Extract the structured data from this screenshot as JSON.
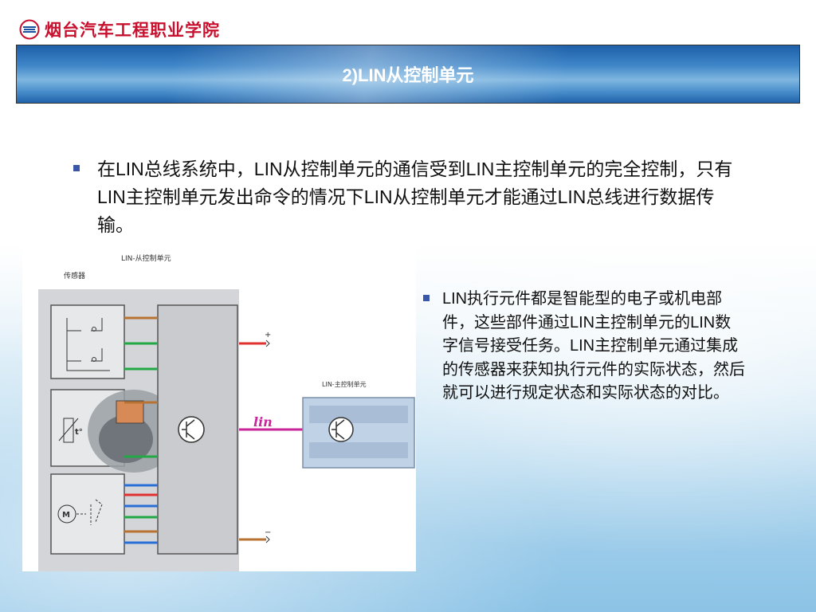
{
  "logo": {
    "name": "烟台汽车工程职业学院"
  },
  "title": "2)LIN从控制单元",
  "paragraph1": "在LIN总线系统中，LIN从控制单元的通信受到LIN主控制单元的完全控制，只有LIN主控制单元发出命令的情况下LIN从控制单元才能通过LIN总线进行数据传输。",
  "paragraph2": "LIN执行元件都是智能型的电子或机电部件，这些部件通过LIN主控制单元的LIN数字信号接受任务。LIN主控制单元通过集成的传感器来获知执行元件的实际状态，然后就可以进行规定状态和实际状态的对比。",
  "diagram": {
    "slave_label": "LIN-从控制单元",
    "sensor_label": "传感器",
    "master_label": "LIN-主控制单元",
    "lin_text": "lin",
    "plus": "+",
    "minus": "−",
    "temp_label": "t°",
    "motor_label": "M"
  },
  "colors": {
    "bullet": "#3a56a8",
    "title_text": "#ffffff",
    "wire_brown": "#b87333",
    "wire_green": "#22a844",
    "wire_blue": "#2a6fd6",
    "wire_red": "#e03030",
    "wire_magenta": "#c8259a"
  }
}
